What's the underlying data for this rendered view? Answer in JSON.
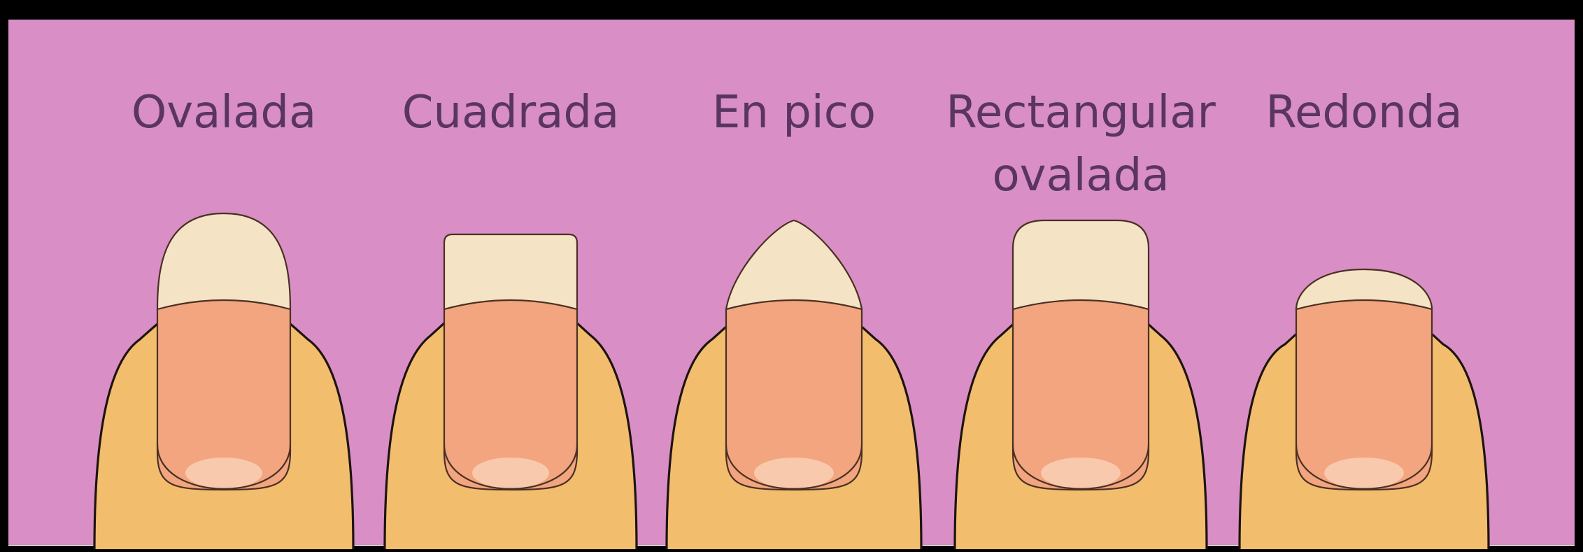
{
  "colors": {
    "background": "#d98ec6",
    "frame": "#000000",
    "finger_skin": "#f3bd6e",
    "nail_bed": "#f2a57e",
    "nail_tip": "#f4e3c4",
    "lunula": "#f9c9ad",
    "label_text": "#5a3562"
  },
  "nails": [
    {
      "id": "ovalada",
      "shape": "oval",
      "label_lines": [
        "Ovalada"
      ]
    },
    {
      "id": "cuadrada",
      "shape": "square",
      "label_lines": [
        "Cuadrada"
      ]
    },
    {
      "id": "en-pico",
      "shape": "pointed",
      "label_lines": [
        "En pico"
      ]
    },
    {
      "id": "rectangular-ovalada",
      "shape": "squoval",
      "label_lines": [
        "Rectangular",
        "ovalada"
      ]
    },
    {
      "id": "redonda",
      "shape": "round",
      "label_lines": [
        "Redonda"
      ]
    }
  ]
}
